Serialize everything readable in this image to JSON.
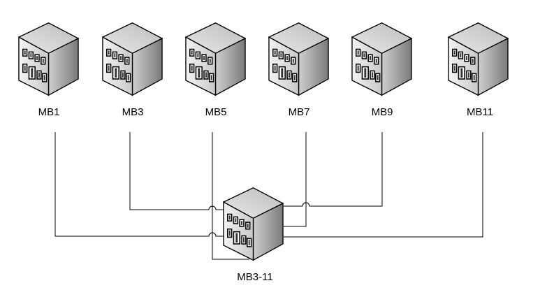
{
  "nodes": {
    "mb1": {
      "label": "MB1"
    },
    "mb3": {
      "label": "MB3"
    },
    "mb5": {
      "label": "MB5"
    },
    "mb7": {
      "label": "MB7"
    },
    "mb9": {
      "label": "MB9"
    },
    "mb11": {
      "label": "MB11"
    },
    "hub": {
      "label": "MB3-11"
    }
  },
  "edges": [
    {
      "from": "mb1",
      "to": "hub"
    },
    {
      "from": "mb3",
      "to": "hub"
    },
    {
      "from": "mb5",
      "to": "hub"
    },
    {
      "from": "mb7",
      "to": "hub"
    },
    {
      "from": "mb9",
      "to": "hub"
    },
    {
      "from": "mb11",
      "to": "hub"
    }
  ],
  "icon": "office-building-icon"
}
